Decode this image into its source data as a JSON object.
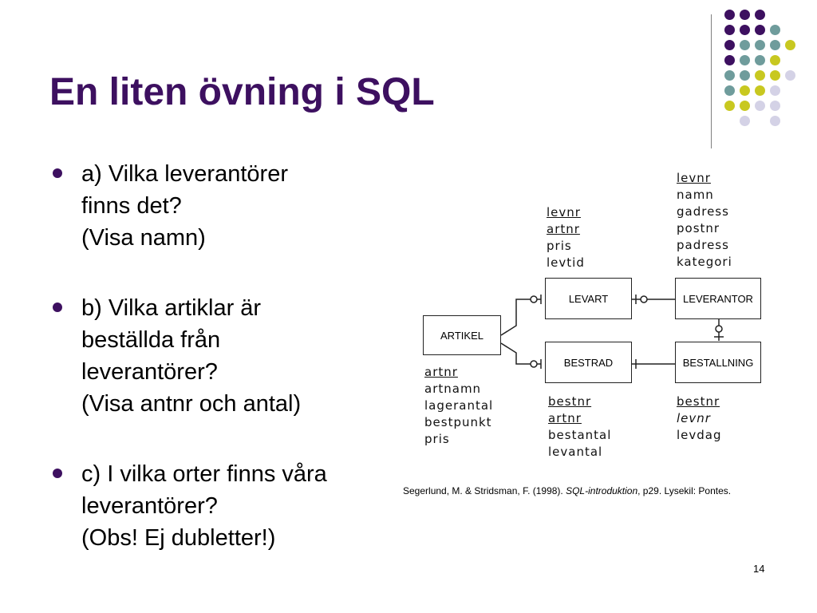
{
  "slide": {
    "title": "En liten övning i SQL",
    "page_number": "14"
  },
  "bullets": [
    {
      "lines": [
        "a) Vilka leverantörer",
        "finns det?",
        "(Visa namn)"
      ]
    },
    {
      "lines": [
        "b) Vilka artiklar är",
        "beställda från",
        "leverantörer?",
        "(Visa antnr och antal)"
      ]
    },
    {
      "lines": [
        "c) I vilka orter finns våra",
        "leverantörer?",
        "(Obs! Ej dubletter!)"
      ]
    }
  ],
  "diagram": {
    "entities": {
      "levart": "LEVART",
      "leverantor": "LEVERANTOR",
      "artikel": "ARTIKEL",
      "bestrad": "BESTRAD",
      "bestallning": "BESTALLNING"
    },
    "attributes": {
      "levart": [
        "levnr",
        "artnr",
        "pris",
        "levtid"
      ],
      "leverantor": [
        "levnr",
        "namn",
        "gadress",
        "postnr",
        "padress",
        "kategori"
      ],
      "artikel": [
        "artnr",
        "artnamn",
        "lagerantal",
        "bestpunkt",
        "pris"
      ],
      "bestrad": [
        "bestnr",
        "artnr",
        "bestantal",
        "levantal"
      ],
      "bestallning": [
        "bestnr",
        "levnr",
        "levdag"
      ]
    }
  },
  "citation": {
    "before": "Segerlund, M. & Stridsman, F. (1998). ",
    "italic": "SQL-introduktion",
    "after": ", p29. Lysekil: Pontes."
  },
  "colors": {
    "title": "#3d1060",
    "dot_purple": "#3d1060",
    "dot_teal": "#6f9c9c",
    "dot_yellow": "#c8c820",
    "dot_lavender": "#d4d2e6"
  }
}
